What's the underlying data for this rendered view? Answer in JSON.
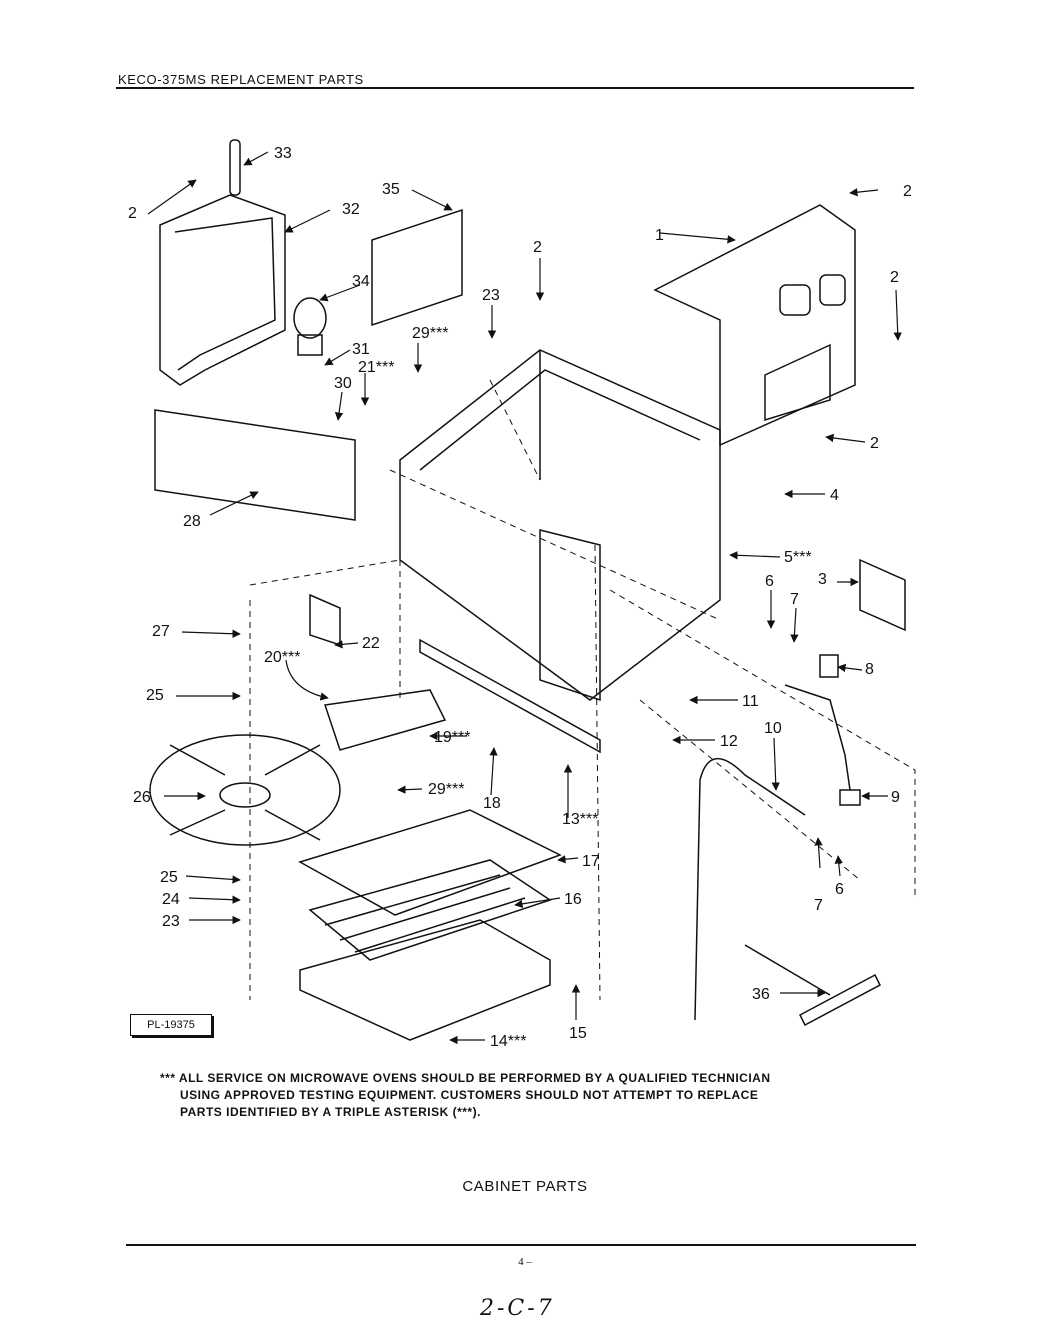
{
  "header": {
    "title": "KECO-375MS REPLACEMENT PARTS"
  },
  "diagram": {
    "plate_id": "PL-19375",
    "callouts": [
      "1",
      "2",
      "2",
      "2",
      "2",
      "2",
      "3",
      "4",
      "5***",
      "6",
      "6",
      "7",
      "7",
      "8",
      "9",
      "10",
      "11",
      "12",
      "13***",
      "14***",
      "15",
      "16",
      "17",
      "18",
      "19***",
      "20***",
      "21***",
      "22",
      "23",
      "23",
      "24",
      "25",
      "25",
      "26",
      "27",
      "28",
      "29***",
      "29***",
      "30",
      "31",
      "32",
      "33",
      "34",
      "35",
      "36"
    ]
  },
  "note": {
    "line1": "*** ALL SERVICE ON MICROWAVE OVENS SHOULD BE PERFORMED BY A QUALIFIED TECHNICIAN",
    "line2": "USING APPROVED TESTING EQUIPMENT. CUSTOMERS SHOULD NOT ATTEMPT TO REPLACE",
    "line3": "PARTS IDENTIFIED BY A TRIPLE ASTERISK (***)."
  },
  "section_title": "CABINET PARTS",
  "page_number": "4 –",
  "handwritten_ref": "2-C-7"
}
